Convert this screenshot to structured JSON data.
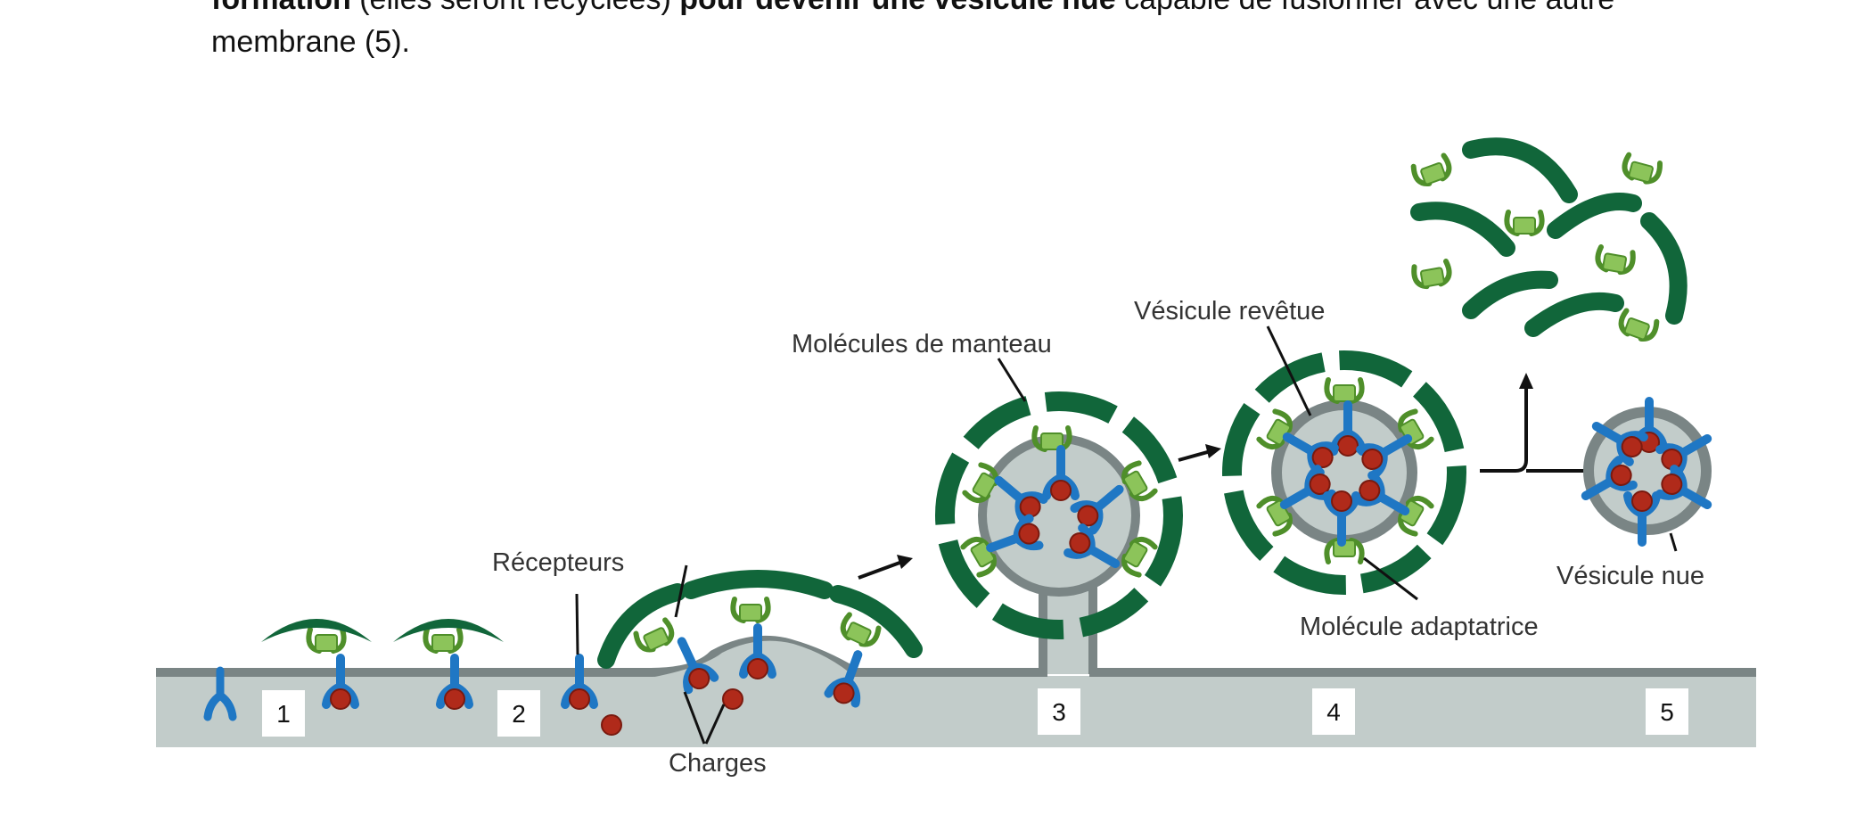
{
  "text": {
    "line1_a": "formation",
    "line1_b": " (elles seront recyclées) ",
    "line1_c": "pour devenir une vésicule nue",
    "line1_d": " capable de fusionner avec une autre",
    "line2": "membrane (5)."
  },
  "labels": {
    "recepteurs": "Récepteurs",
    "charges": "Charges",
    "molecules_manteau": "Molécules de manteau",
    "vesicule_revetue": "Vésicule revêtue",
    "molecule_adaptatrice": "Molécule adaptatrice",
    "vesicule_nue": "Vésicule nue"
  },
  "steps": [
    "1",
    "2",
    "3",
    "4",
    "5"
  ],
  "colors": {
    "membrane_fill": "#c2ccca",
    "membrane_edge": "#7a8585",
    "coat_dark": "#11663a",
    "adaptor_light": "#92c55f",
    "receptor_blue": "#1f77c4",
    "cargo_red": "#b02a1a"
  }
}
